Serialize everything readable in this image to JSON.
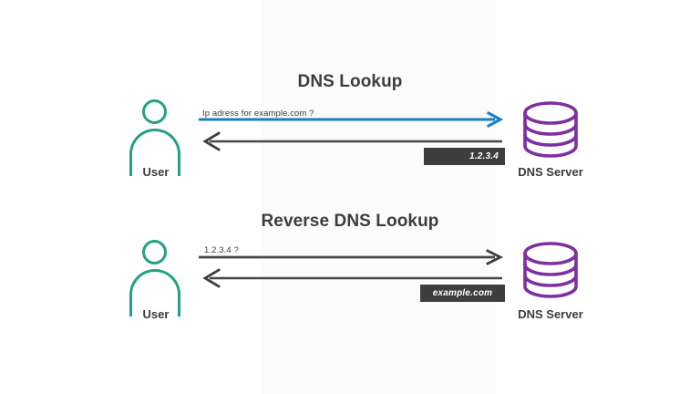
{
  "diagram": {
    "background_color": "#ffffff",
    "band_color": "#fbfbfb",
    "accent_teal": "#23a085",
    "accent_purple": "#7e2fa0",
    "accent_blue": "#1a7fc1",
    "accent_dark": "#3e3e3e"
  },
  "sections": [
    {
      "id": "dns-lookup",
      "title": "DNS Lookup",
      "left_node": {
        "icon": "user-icon",
        "label": "User"
      },
      "right_node": {
        "icon": "database-icon",
        "label": "DNS Server"
      },
      "request": {
        "text": "Ip adress for example.com ?",
        "direction": "left-to-right",
        "color": "#1a7fc1"
      },
      "response": {
        "chip_text": "1.2.3.4",
        "direction": "right-to-left",
        "color": "#3e3e3e"
      }
    },
    {
      "id": "reverse-dns-lookup",
      "title": "Reverse DNS Lookup",
      "left_node": {
        "icon": "user-icon",
        "label": "User"
      },
      "right_node": {
        "icon": "database-icon",
        "label": "DNS Server"
      },
      "request": {
        "text": "1.2.3.4 ?",
        "direction": "left-to-right",
        "color": "#3e3e3e"
      },
      "response": {
        "chip_text": "example.com",
        "direction": "right-to-left",
        "color": "#3e3e3e"
      }
    }
  ]
}
